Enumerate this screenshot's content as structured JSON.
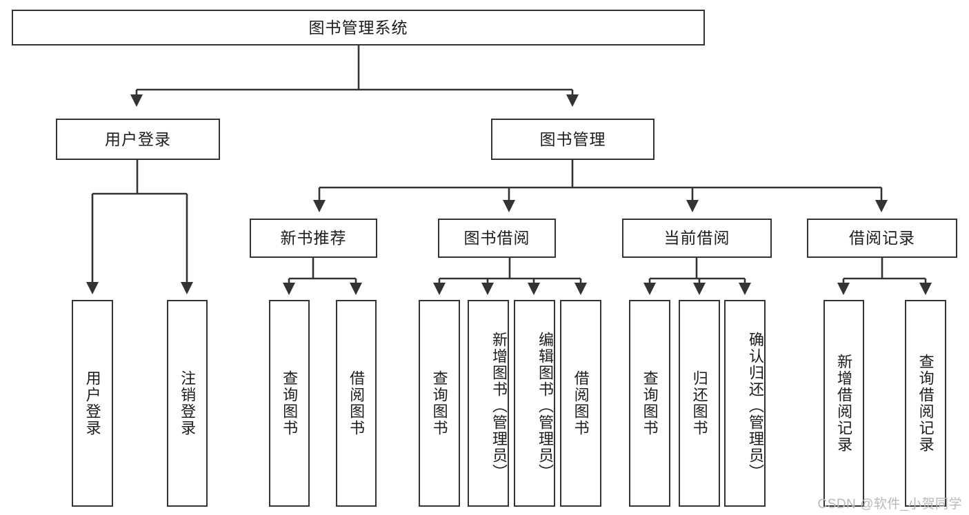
{
  "diagram": {
    "type": "tree-hierarchy-chart",
    "title": "图书管理系统",
    "edge_color": "#333333",
    "box_border_color": "#333333",
    "box_fill_color": "#ffffff",
    "text_color": "#1c1c1c",
    "watermark": "CSDN @软件_小贺同学",
    "watermark_color": "#b9b9b9"
  },
  "nodes": {
    "root": {
      "label": "图书管理系统",
      "level": 0,
      "orientation": "horizontal"
    },
    "level1": [
      {
        "id": "user-login",
        "label": "用户登录",
        "orientation": "horizontal"
      },
      {
        "id": "book-management",
        "label": "图书管理",
        "orientation": "horizontal"
      }
    ],
    "level2": [
      {
        "id": "new-book-recommend",
        "label": "新书推荐",
        "orientation": "horizontal",
        "parent": "book-management"
      },
      {
        "id": "book-borrow",
        "label": "图书借阅",
        "orientation": "horizontal",
        "parent": "book-management"
      },
      {
        "id": "current-borrow",
        "label": "当前借阅",
        "orientation": "horizontal",
        "parent": "book-management"
      },
      {
        "id": "borrow-record",
        "label": "借阅记录",
        "orientation": "horizontal",
        "parent": "book-management"
      }
    ],
    "leaves": [
      {
        "id": "leaf-user-login",
        "label": "用户登录",
        "orientation": "vertical",
        "parent": "user-login"
      },
      {
        "id": "leaf-logout",
        "label": "注销登录",
        "orientation": "vertical",
        "parent": "user-login"
      },
      {
        "id": "leaf-query-book-1",
        "label": "查询图书",
        "orientation": "vertical",
        "parent": "new-book-recommend"
      },
      {
        "id": "leaf-borrow-book-1",
        "label": "借阅图书",
        "orientation": "vertical",
        "parent": "new-book-recommend"
      },
      {
        "id": "leaf-query-book-2",
        "label": "查询图书",
        "orientation": "vertical",
        "parent": "book-borrow"
      },
      {
        "id": "leaf-add-book",
        "label": "新增图书（管理员）",
        "orientation": "vertical",
        "parent": "book-borrow"
      },
      {
        "id": "leaf-edit-book",
        "label": "编辑图书（管理员）",
        "orientation": "vertical",
        "parent": "book-borrow"
      },
      {
        "id": "leaf-borrow-book-2",
        "label": "借阅图书",
        "orientation": "vertical",
        "parent": "book-borrow"
      },
      {
        "id": "leaf-query-book-3",
        "label": "查询图书",
        "orientation": "vertical",
        "parent": "current-borrow"
      },
      {
        "id": "leaf-return-book",
        "label": "归还图书",
        "orientation": "vertical",
        "parent": "current-borrow"
      },
      {
        "id": "leaf-confirm-return",
        "label": "确认归还（管理员）",
        "orientation": "vertical",
        "parent": "current-borrow"
      },
      {
        "id": "leaf-add-record",
        "label": "新增借阅记录",
        "orientation": "vertical",
        "parent": "borrow-record"
      },
      {
        "id": "leaf-query-record",
        "label": "查询借阅记录",
        "orientation": "vertical",
        "parent": "borrow-record"
      }
    ]
  }
}
